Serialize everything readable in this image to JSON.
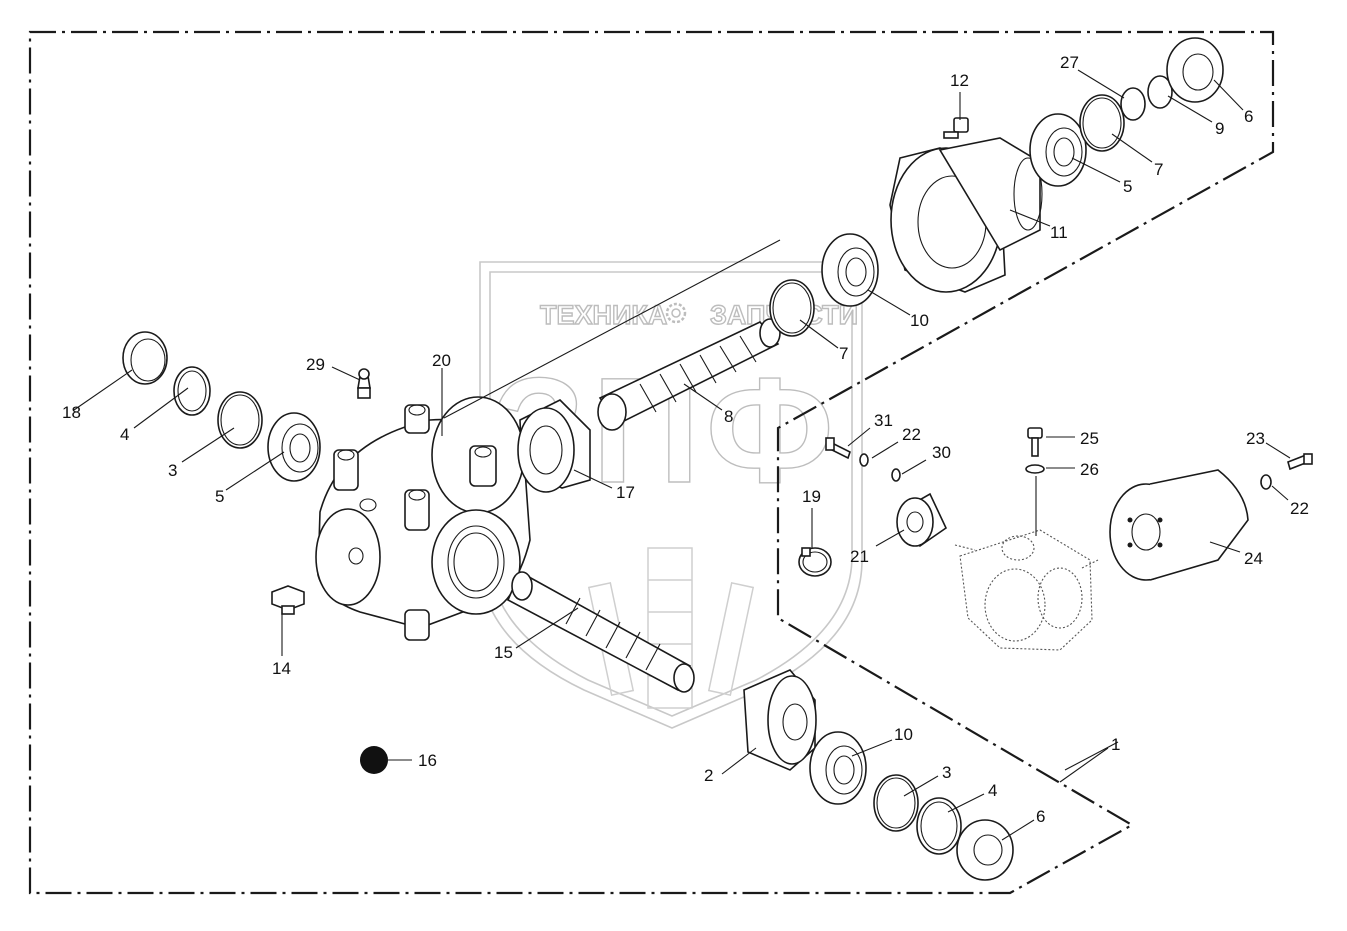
{
  "watermark": {
    "line_left": "ТЕХНИКА",
    "line_right": "ЗАПЧАСТИ",
    "logo_letters": "ЗПФ"
  },
  "callouts": [
    {
      "id": "c1",
      "number": "1"
    },
    {
      "id": "c2",
      "number": "2"
    },
    {
      "id": "c3a",
      "number": "3"
    },
    {
      "id": "c3b",
      "number": "3"
    },
    {
      "id": "c4a",
      "number": "4"
    },
    {
      "id": "c4b",
      "number": "4"
    },
    {
      "id": "c5a",
      "number": "5"
    },
    {
      "id": "c5b",
      "number": "5"
    },
    {
      "id": "c6a",
      "number": "6"
    },
    {
      "id": "c6b",
      "number": "6"
    },
    {
      "id": "c7a",
      "number": "7"
    },
    {
      "id": "c7b",
      "number": "7"
    },
    {
      "id": "c8",
      "number": "8"
    },
    {
      "id": "c9",
      "number": "9"
    },
    {
      "id": "c10a",
      "number": "10"
    },
    {
      "id": "c10b",
      "number": "10"
    },
    {
      "id": "c11",
      "number": "11"
    },
    {
      "id": "c12",
      "number": "12"
    },
    {
      "id": "c14",
      "number": "14"
    },
    {
      "id": "c15",
      "number": "15"
    },
    {
      "id": "c16",
      "number": "16"
    },
    {
      "id": "c17",
      "number": "17"
    },
    {
      "id": "c18",
      "number": "18"
    },
    {
      "id": "c19",
      "number": "19"
    },
    {
      "id": "c20",
      "number": "20"
    },
    {
      "id": "c21",
      "number": "21"
    },
    {
      "id": "c22a",
      "number": "22"
    },
    {
      "id": "c22b",
      "number": "22"
    },
    {
      "id": "c23",
      "number": "23"
    },
    {
      "id": "c24",
      "number": "24"
    },
    {
      "id": "c25",
      "number": "25"
    },
    {
      "id": "c26",
      "number": "26"
    },
    {
      "id": "c27",
      "number": "27"
    },
    {
      "id": "c29",
      "number": "29"
    },
    {
      "id": "c30",
      "number": "30"
    },
    {
      "id": "c31",
      "number": "31"
    }
  ]
}
